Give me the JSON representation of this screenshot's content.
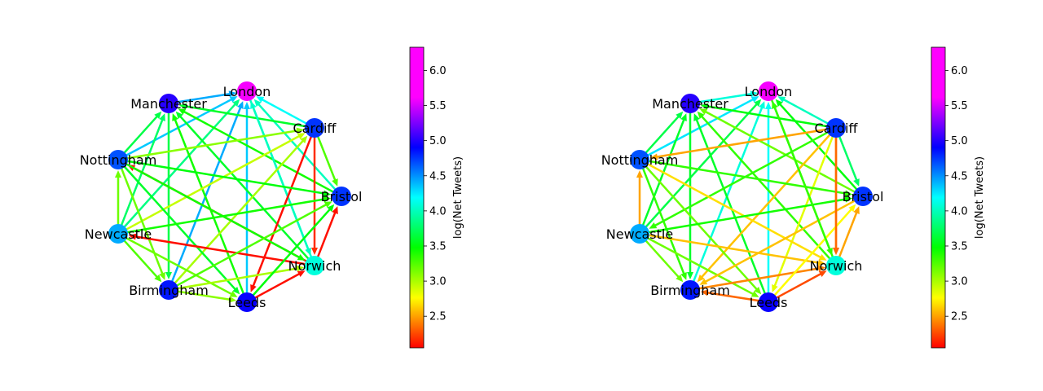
{
  "chart_data": [
    {
      "type": "network",
      "nodes": [
        {
          "name": "London",
          "value": 6.3
        },
        {
          "name": "Manchester",
          "value": 5.6
        },
        {
          "name": "Cardiff",
          "value": 5.3
        },
        {
          "name": "Nottingham",
          "value": 5.2
        },
        {
          "name": "Bristol",
          "value": 5.3
        },
        {
          "name": "Newcastle",
          "value": 4.9
        },
        {
          "name": "Norwich",
          "value": 4.5
        },
        {
          "name": "Birmingham",
          "value": 5.4
        },
        {
          "name": "Leeds",
          "value": 5.5
        }
      ],
      "edges": [
        {
          "from": "Manchester",
          "to": "London",
          "value": 4.9
        },
        {
          "from": "Cardiff",
          "to": "London",
          "value": 4.6
        },
        {
          "from": "Nottingham",
          "to": "London",
          "value": 4.8
        },
        {
          "from": "Newcastle",
          "to": "London",
          "value": 4.2
        },
        {
          "from": "Birmingham",
          "to": "London",
          "value": 4.9
        },
        {
          "from": "Leeds",
          "to": "London",
          "value": 4.8
        },
        {
          "from": "Norwich",
          "to": "London",
          "value": 4.5
        },
        {
          "from": "Bristol",
          "to": "London",
          "value": 4.4
        },
        {
          "from": "Cardiff",
          "to": "Manchester",
          "value": 3.9
        },
        {
          "from": "Nottingham",
          "to": "Manchester",
          "value": 4.0
        },
        {
          "from": "Bristol",
          "to": "Manchester",
          "value": 3.7
        },
        {
          "from": "Newcastle",
          "to": "Manchester",
          "value": 4.1
        },
        {
          "from": "Norwich",
          "to": "Manchester",
          "value": 3.9
        },
        {
          "from": "Manchester",
          "to": "Birmingham",
          "value": 4.0
        },
        {
          "from": "Leeds",
          "to": "Manchester",
          "value": 3.7
        },
        {
          "from": "London",
          "to": "Norwich",
          "value": 4.4
        },
        {
          "from": "Cardiff",
          "to": "Bristol",
          "value": 3.5
        },
        {
          "from": "Cardiff",
          "to": "Norwich",
          "value": 2.2
        },
        {
          "from": "Cardiff",
          "to": "Leeds",
          "value": 2.1
        },
        {
          "from": "Nottingham",
          "to": "Cardiff",
          "value": 3.3
        },
        {
          "from": "Newcastle",
          "to": "Cardiff",
          "value": 3.1
        },
        {
          "from": "Birmingham",
          "to": "Cardiff",
          "value": 3.2
        },
        {
          "from": "Norwich",
          "to": "Nottingham",
          "value": 2.1
        },
        {
          "from": "Nottingham",
          "to": "Bristol",
          "value": 3.8
        },
        {
          "from": "Nottingham",
          "to": "Birmingham",
          "value": 3.4
        },
        {
          "from": "Nottingham",
          "to": "Leeds",
          "value": 3.9
        },
        {
          "from": "Nottingham",
          "to": "Norwich",
          "value": 3.7
        },
        {
          "from": "Newcastle",
          "to": "Nottingham",
          "value": 3.4
        },
        {
          "from": "Newcastle",
          "to": "Bristol",
          "value": 3.7
        },
        {
          "from": "Norwich",
          "to": "Newcastle",
          "value": 2.1
        },
        {
          "from": "Newcastle",
          "to": "Birmingham",
          "value": 3.5
        },
        {
          "from": "Newcastle",
          "to": "Leeds",
          "value": 3.4
        },
        {
          "from": "Birmingham",
          "to": "Bristol",
          "value": 3.5
        },
        {
          "from": "Birmingham",
          "to": "Norwich",
          "value": 3.2
        },
        {
          "from": "Birmingham",
          "to": "Leeds",
          "value": 3.3
        },
        {
          "from": "Leeds",
          "to": "Bristol",
          "value": 3.8
        },
        {
          "from": "Leeds",
          "to": "Norwich",
          "value": 2.1
        },
        {
          "from": "Norwich",
          "to": "Bristol",
          "value": 2.1
        }
      ],
      "colorbar": {
        "label": "log(Net Tweets)",
        "range": [
          2.05,
          6.33
        ],
        "ticks": [
          "2.5",
          "3.0",
          "3.5",
          "4.0",
          "4.5",
          "5.0",
          "5.5",
          "6.0"
        ],
        "colormap": "hsv"
      }
    },
    {
      "type": "network",
      "nodes": [
        {
          "name": "London",
          "value": 6.3
        },
        {
          "name": "Manchester",
          "value": 5.6
        },
        {
          "name": "Cardiff",
          "value": 5.3
        },
        {
          "name": "Nottingham",
          "value": 5.2
        },
        {
          "name": "Bristol",
          "value": 5.3
        },
        {
          "name": "Newcastle",
          "value": 4.9
        },
        {
          "name": "Norwich",
          "value": 4.5
        },
        {
          "name": "Birmingham",
          "value": 5.4
        },
        {
          "name": "Leeds",
          "value": 5.5
        }
      ],
      "edges": [
        {
          "from": "Manchester",
          "to": "London",
          "value": 4.5
        },
        {
          "from": "Cardiff",
          "to": "London",
          "value": 4.4
        },
        {
          "from": "Nottingham",
          "to": "London",
          "value": 4.7
        },
        {
          "from": "Newcastle",
          "to": "London",
          "value": 4.0
        },
        {
          "from": "Birmingham",
          "to": "London",
          "value": 4.5
        },
        {
          "from": "Leeds",
          "to": "London",
          "value": 4.6
        },
        {
          "from": "Bristol",
          "to": "London",
          "value": 3.8
        },
        {
          "from": "Norwich",
          "to": "London",
          "value": 3.6
        },
        {
          "from": "Cardiff",
          "to": "Manchester",
          "value": 3.8
        },
        {
          "from": "Nottingham",
          "to": "Manchester",
          "value": 4.0
        },
        {
          "from": "Bristol",
          "to": "Manchester",
          "value": 3.4
        },
        {
          "from": "Newcastle",
          "to": "Manchester",
          "value": 3.9
        },
        {
          "from": "Norwich",
          "to": "Manchester",
          "value": 3.6
        },
        {
          "from": "Manchester",
          "to": "Birmingham",
          "value": 3.9
        },
        {
          "from": "Leeds",
          "to": "Manchester",
          "value": 3.9
        },
        {
          "from": "Cardiff",
          "to": "Bristol",
          "value": 4.1
        },
        {
          "from": "Cardiff",
          "to": "Norwich",
          "value": 2.5
        },
        {
          "from": "Cardiff",
          "to": "Nottingham",
          "value": 2.6
        },
        {
          "from": "Cardiff",
          "to": "Birmingham",
          "value": 2.7
        },
        {
          "from": "Cardiff",
          "to": "Leeds",
          "value": 3.0
        },
        {
          "from": "Cardiff",
          "to": "Newcastle",
          "value": 3.6
        },
        {
          "from": "Nottingham",
          "to": "Bristol",
          "value": 3.6
        },
        {
          "from": "Nottingham",
          "to": "Birmingham",
          "value": 3.6
        },
        {
          "from": "Nottingham",
          "to": "Leeds",
          "value": 3.4
        },
        {
          "from": "Nottingham",
          "to": "Norwich",
          "value": 2.8
        },
        {
          "from": "Newcastle",
          "to": "Nottingham",
          "value": 2.6
        },
        {
          "from": "Newcastle",
          "to": "Bristol",
          "value": 3.7
        },
        {
          "from": "Newcastle",
          "to": "Birmingham",
          "value": 3.4
        },
        {
          "from": "Newcastle",
          "to": "Leeds",
          "value": 3.4
        },
        {
          "from": "Newcastle",
          "to": "Norwich",
          "value": 2.7
        },
        {
          "from": "Bristol",
          "to": "Birmingham",
          "value": 2.7
        },
        {
          "from": "Birmingham",
          "to": "Norwich",
          "value": 2.5
        },
        {
          "from": "Leeds",
          "to": "Norwich",
          "value": 2.3
        },
        {
          "from": "Leeds",
          "to": "Bristol",
          "value": 2.9
        },
        {
          "from": "Leeds",
          "to": "Birmingham",
          "value": 2.4
        },
        {
          "from": "Norwich",
          "to": "Bristol",
          "value": 2.6
        },
        {
          "from": "London",
          "to": "Norwich",
          "value": 3.6
        },
        {
          "from": "Cardiff",
          "to": "Norwich",
          "value": 2.4
        }
      ],
      "colorbar": {
        "label": "log(Net Tweets)",
        "range": [
          2.05,
          6.33
        ],
        "ticks": [
          "2.5",
          "3.0",
          "3.5",
          "4.0",
          "4.5",
          "5.0",
          "5.5",
          "6.0"
        ],
        "colormap": "hsv"
      }
    }
  ]
}
